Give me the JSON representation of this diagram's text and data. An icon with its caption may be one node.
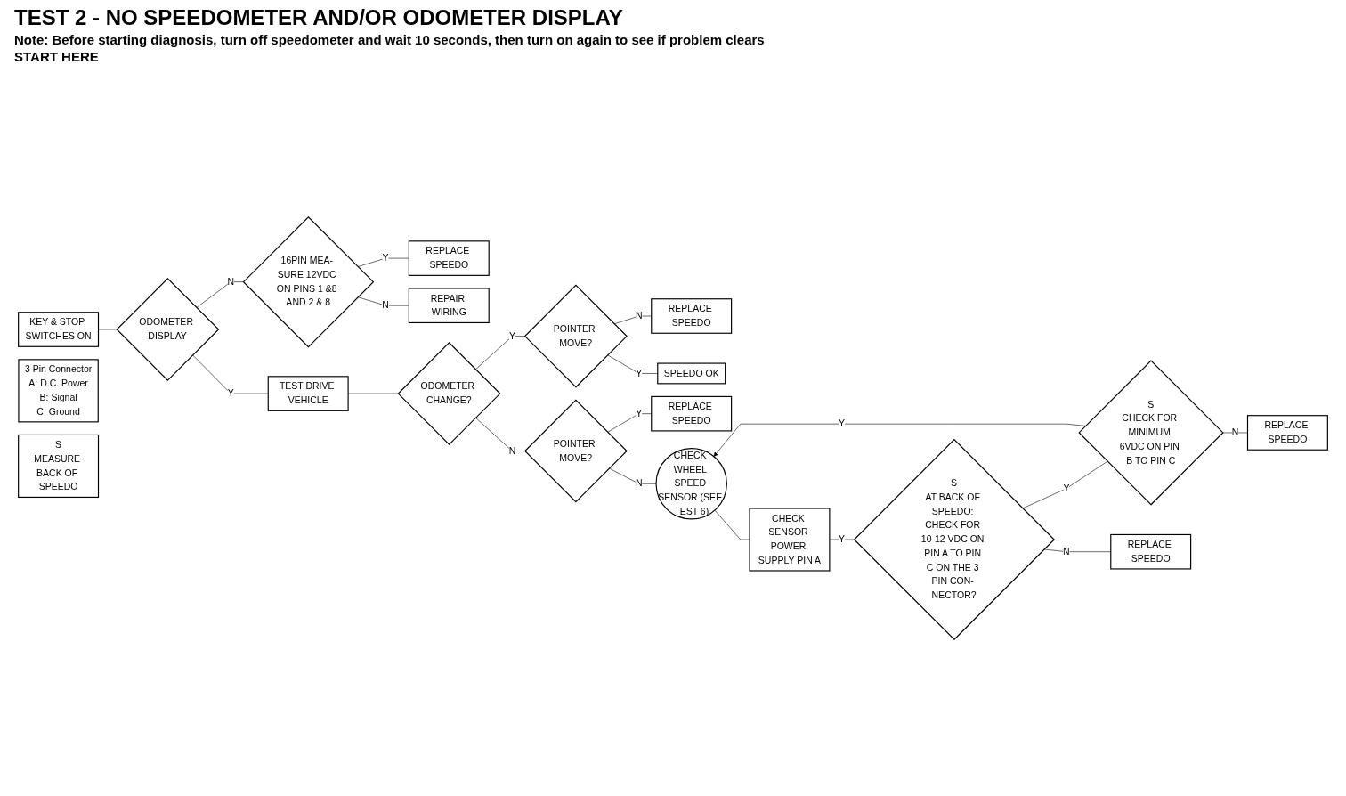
{
  "diagram": {
    "title": "TEST 2 - NO SPEEDOMETER AND/OR ODOMETER DISPLAY",
    "nodes": [
      {
        "text": [
          "KEY & STOP SWITCHES ON"
        ]
      },
      {
        "text": [
          "ODOMETER DISPLAY"
        ]
      },
      {
        "text": [
          "16PIN MEA- SURE 12VDC ON PINS 1 &8 AND 2 & 8"
        ]
      },
      {
        "text": [
          "REPLACE SPEEDO"
        ]
      },
      {
        "text": [
          "REPAIR WIRING"
        ]
      },
      {
        "text": [
          "TEST DRIVE VEHICLE"
        ]
      },
      {
        "text": [
          "ODOMETER CHANGE?"
        ]
      },
      {
        "text": [
          "POINTER MOVE?"
        ]
      },
      {
        "text": [
          "REPLACE SPEEDO"
        ]
      },
      {
        "text": [
          "SPEEDO OK"
        ]
      },
      {
        "text": [
          "POINTER MOVE?"
        ]
      },
      {
        "text": [
          "REPLACE SPEEDO"
        ]
      },
      {
        "text": [
          "CHECK WHEEL SPEED SENSOR (SEE TEST 6)"
        ]
      },
      {
        "text": [
          "CHECK SENSOR POWER SUPPLY PIN A"
        ]
      },
      {
        "text": [
          "S",
          "AT BACK OF SPEEDO: CHECK FOR 10-12 VDC ON PIN A TO PIN C ON THE 3 PIN CON- NECTOR?"
        ]
      },
      {
        "text": [
          "S",
          "CHECK FOR MINIMUM 6VDC ON PIN B TO PIN C"
        ]
      },
      {
        "text": [
          "REPLACE SPEEDO"
        ]
      },
      {
        "text": [
          "REPLACE SPEEDO"
        ]
      },
      {
        "text": [
          "3 Pin Connector",
          "A: D.C. Power",
          "B: Signal",
          "C: Ground"
        ]
      },
      {
        "text": [
          "S",
          "MEASURE BACK OF SPEEDO"
        ]
      }
    ],
    "edges": [
      {
        "from": 0,
        "to": 1,
        "arrow": "none"
      },
      {
        "from": 1,
        "to": 2,
        "label": "N",
        "arrow": "none"
      },
      {
        "from": 2,
        "to": 3,
        "label": "Y",
        "arrow": "none"
      },
      {
        "from": 2,
        "to": 4,
        "label": "N",
        "arrow": "none"
      },
      {
        "from": 1,
        "to": 5,
        "label": "Y",
        "arrow": "none"
      },
      {
        "from": 5,
        "to": 6,
        "arrow": "none"
      },
      {
        "from": 6,
        "to": 10,
        "label": "N",
        "arrow": "none"
      },
      {
        "from": 6,
        "to": 7,
        "label": "Y",
        "arrow": "none"
      },
      {
        "from": 7,
        "to": 8,
        "label": "N",
        "arrow": "none"
      },
      {
        "from": 7,
        "to": 9,
        "label": "Y",
        "arrow": "none"
      },
      {
        "from": 10,
        "to": 11,
        "label": "Y",
        "arrow": "none"
      },
      {
        "from": 10,
        "to": 12,
        "label": "N",
        "arrow": "none"
      },
      {
        "from": 12,
        "to": 13,
        "arrow": "none"
      },
      {
        "from": 13,
        "to": 14,
        "label": "Y",
        "arrow": "none"
      },
      {
        "from": 14,
        "to": 15,
        "label": "Y",
        "arrow": "none"
      },
      {
        "from": 14,
        "to": 17,
        "label": "N",
        "arrow": "none"
      },
      {
        "from": 15,
        "to": 12,
        "label": "Y",
        "arrow": "to"
      },
      {
        "from": 15,
        "to": 16,
        "label": "N",
        "arrow": "none"
      }
    ],
    "labels": [
      "Note: Before starting diagnosis, turn off speedometer and wait 10 seconds, then turn on again to see if problem clears",
      "START HERE"
    ]
  }
}
